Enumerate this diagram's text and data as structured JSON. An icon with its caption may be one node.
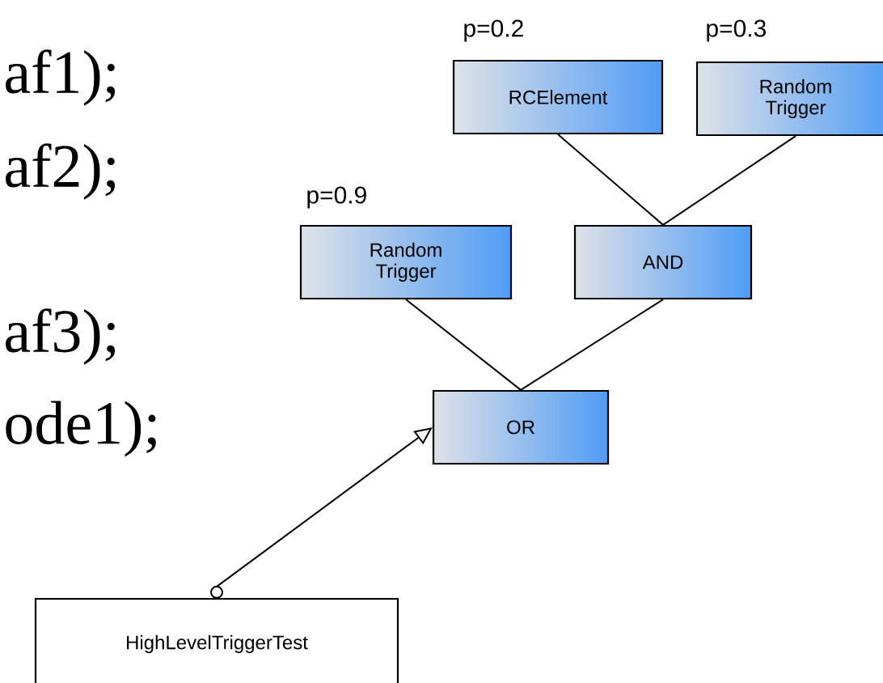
{
  "diagram": {
    "nodes": [
      {
        "text": [
          "RCElement"
        ],
        "beside": [
          "p=0.2"
        ]
      },
      {
        "text": [
          "Random Trigger"
        ],
        "beside": [
          "p=0.3"
        ]
      },
      {
        "text": [
          "Random Trigger"
        ],
        "beside": [
          "p=0.9"
        ]
      },
      {
        "text": [
          "AND"
        ]
      },
      {
        "text": [
          "OR"
        ]
      },
      {
        "text": [
          "HighLevelTriggerTest"
        ]
      }
    ],
    "edges": [
      {
        "from": 0,
        "to": 3,
        "arrow": "none"
      },
      {
        "from": 1,
        "to": 3,
        "arrow": "none"
      },
      {
        "from": 2,
        "to": 4,
        "arrow": "none"
      },
      {
        "from": 3,
        "to": 4,
        "arrow": "none"
      },
      {
        "from": 5,
        "to": 4,
        "arrow": "to"
      }
    ],
    "labels": [
      "af1);",
      "af2);",
      "af3);",
      "ode1);"
    ]
  }
}
